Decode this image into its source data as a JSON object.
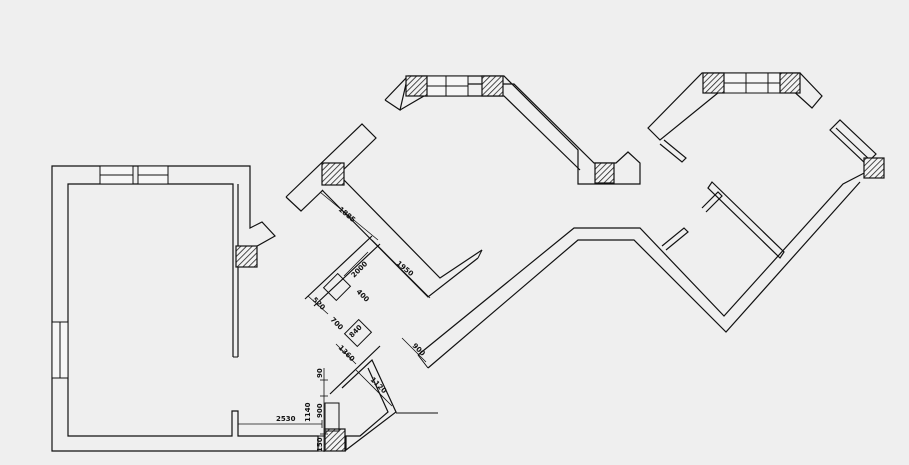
{
  "dimensions": {
    "d1885": "1885",
    "d2000": "2000",
    "d1950": "1950",
    "d400": "400",
    "d520": "520",
    "d700": "700",
    "d840": "840",
    "d1360": "1360",
    "d900a": "900",
    "d1120": "1120",
    "d90": "90",
    "d1140": "1140",
    "d900b": "900",
    "d2530": "2530",
    "d150": "150"
  },
  "colors": {
    "background": "#efefef",
    "line": "#111111",
    "hatch": "#222222"
  }
}
